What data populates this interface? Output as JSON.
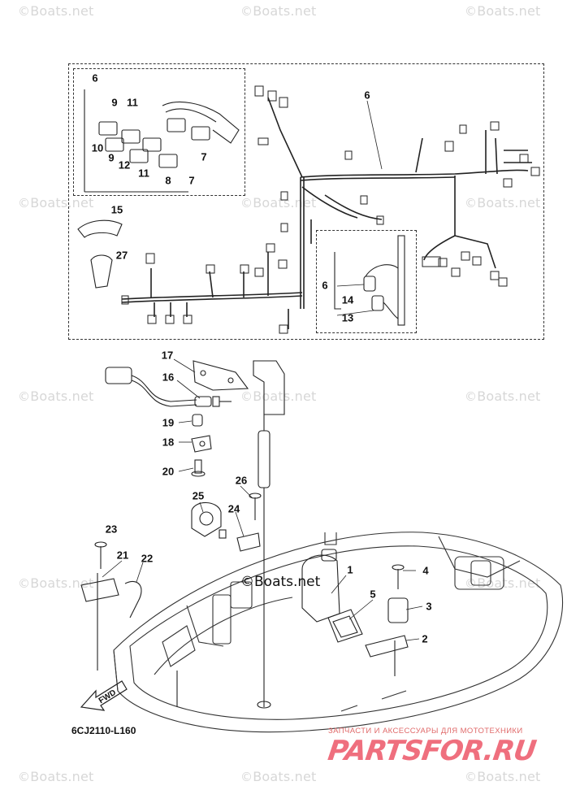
{
  "watermark": "Boats.net",
  "diagram_code": "6CJ2110-L160",
  "center_watermark": "Boats.net",
  "fwd_label": "FWD",
  "brand": {
    "tagline": "ЗАПЧАСТИ И АКСЕССУАРЫ ДЛЯ МОТОТЕХНИКИ",
    "logo": "PARTSFOR.RU",
    "primary_color": "#ef6f7e"
  },
  "callouts": {
    "c1": "1",
    "c2": "2",
    "c3": "3",
    "c4": "4",
    "c5": "5",
    "c6a": "6",
    "c6b": "6",
    "c6c": "6",
    "c7a": "7",
    "c7b": "7",
    "c8": "8",
    "c9a": "9",
    "c9b": "9",
    "c10": "10",
    "c11a": "11",
    "c11b": "11",
    "c12": "12",
    "c13": "13",
    "c14": "14",
    "c15": "15",
    "c16": "16",
    "c17": "17",
    "c18": "18",
    "c19": "19",
    "c20": "20",
    "c21": "21",
    "c22": "22",
    "c23": "23",
    "c24": "24",
    "c25": "25",
    "c26": "26",
    "c27": "27"
  }
}
